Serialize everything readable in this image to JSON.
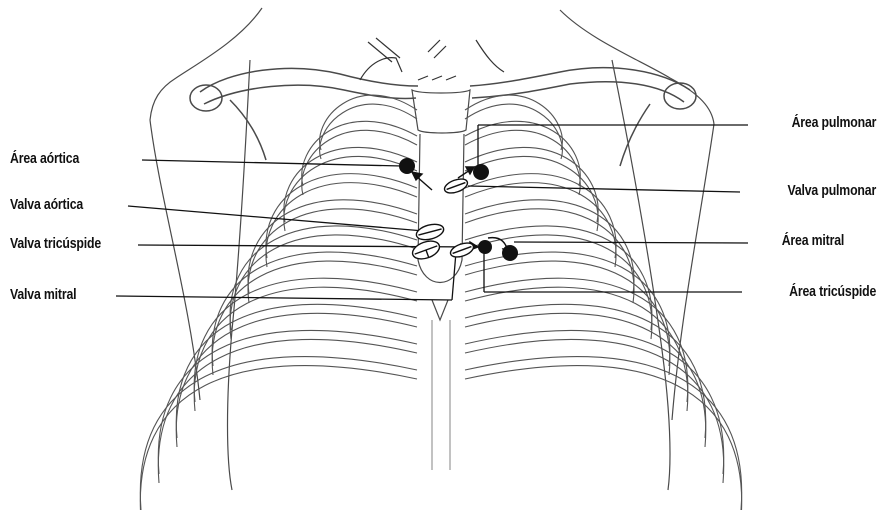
{
  "labels": {
    "area_aortica": "Área aórtica",
    "valva_aortica": "Valva aórtica",
    "valva_tricuspide": "Valva tricúspide",
    "valva_mitral": "Valva mitral",
    "area_pulmonar": "Área pulmonar",
    "valva_pulmonar": "Valva pulmonar",
    "area_mitral": "Área mitral",
    "area_tricuspide": "Área tricúspide"
  },
  "colors": {
    "ink": "#111111",
    "sketch": "#4a4a4a",
    "background": "#ffffff"
  }
}
